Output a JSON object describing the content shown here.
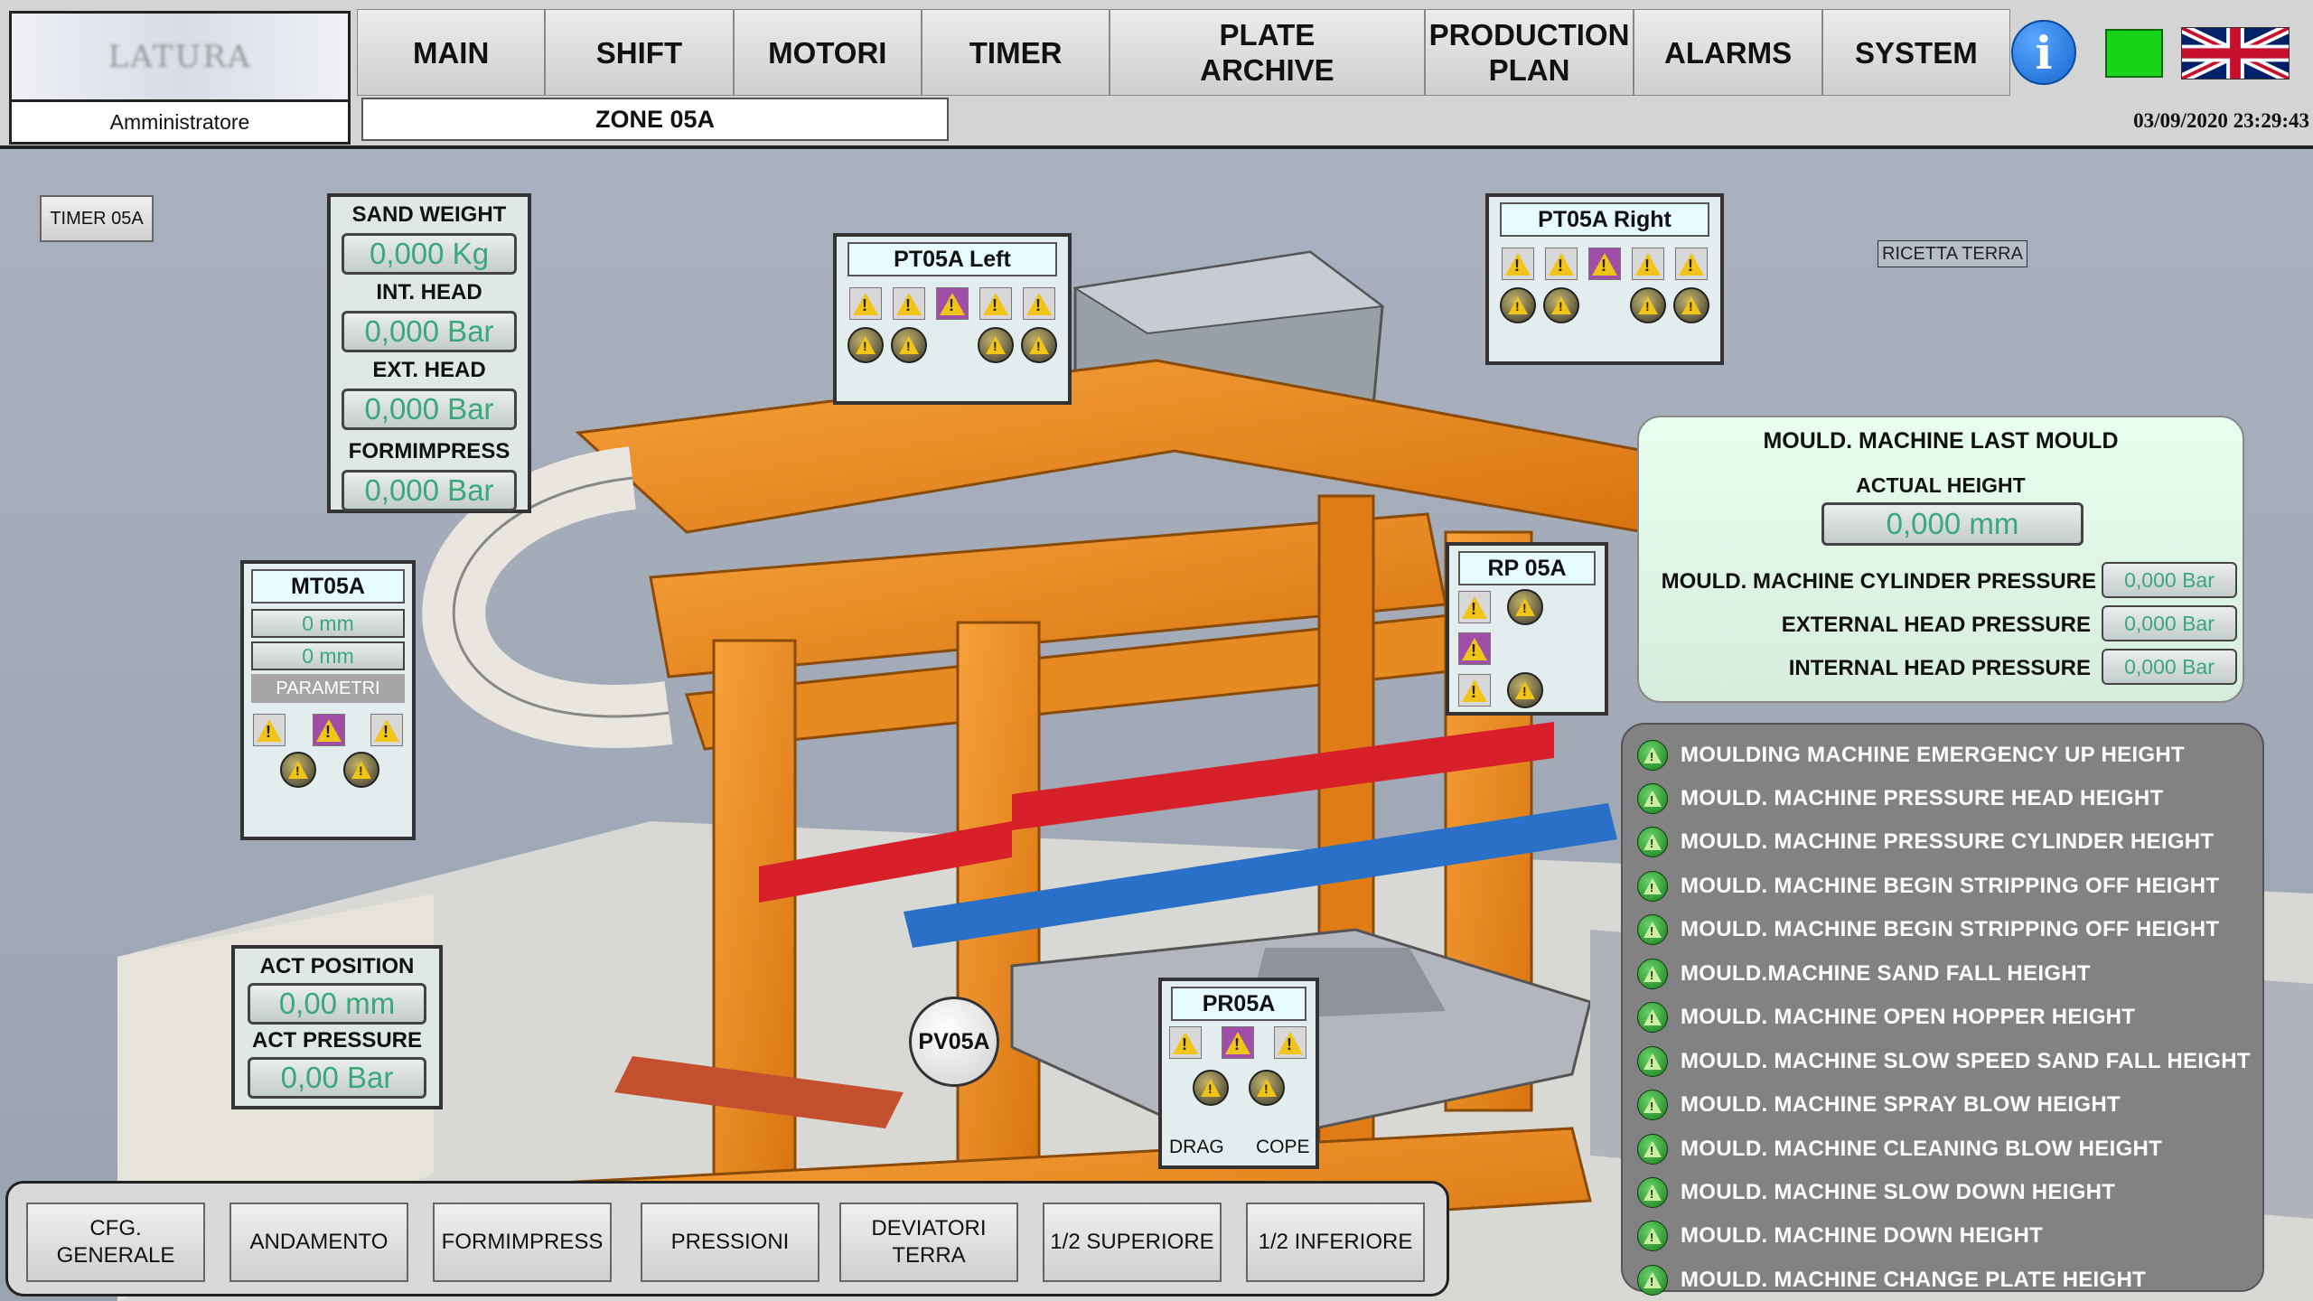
{
  "header": {
    "logo_text": "LATURA",
    "user": "Amministratore",
    "zone": "ZONE 05A",
    "datetime": "03/09/2020 23:29:43",
    "nav": [
      "MAIN",
      "SHIFT",
      "MOTORI",
      "TIMER",
      "PLATE ARCHIVE",
      "PRODUCTION PLAN",
      "ALARMS",
      "SYSTEM"
    ],
    "info_icon": "info-icon",
    "status_color": "#18d418",
    "flag_icon": "uk-flag-icon"
  },
  "timer_btn": "TIMER 05A",
  "ricetta_link": "RICETTA TERRA",
  "sand_panel": {
    "labels": [
      "SAND WEIGHT",
      "INT. HEAD",
      "EXT. HEAD",
      "FORMIMPRESS"
    ],
    "values": [
      "0,000 Kg",
      "0,000 Bar",
      "0,000 Bar",
      "0,000 Bar"
    ]
  },
  "pt05a_left": {
    "title": "PT05A Left"
  },
  "pt05a_right": {
    "title": "PT05A Right"
  },
  "rp05a": {
    "title": "RP 05A"
  },
  "pr05a": {
    "title": "PR05A",
    "left_label": "DRAG",
    "right_label": "COPE"
  },
  "mt05a": {
    "title": "MT05A",
    "values": [
      "0 mm",
      "0 mm"
    ],
    "button": "PARAMETRI"
  },
  "act_panel": {
    "pos_label": "ACT POSITION",
    "pos_value": "0,00 mm",
    "press_label": "ACT PRESSURE",
    "press_value": "0,00 Bar"
  },
  "pv05a": "PV05A",
  "last_mould": {
    "title": "MOULD. MACHINE LAST MOULD",
    "height_label": "ACTUAL HEIGHT",
    "height_value": "0,000 mm",
    "rows": [
      {
        "label": "MOULD. MACHINE CYLINDER PRESSURE",
        "value": "0,000 Bar"
      },
      {
        "label": "EXTERNAL HEAD PRESSURE",
        "value": "0,000 Bar"
      },
      {
        "label": "INTERNAL HEAD PRESSURE",
        "value": "0,000 Bar"
      }
    ]
  },
  "height_list": [
    "MOULDING MACHINE EMERGENCY UP HEIGHT",
    "MOULD. MACHINE PRESSURE HEAD HEIGHT",
    "MOULD. MACHINE PRESSURE CYLINDER HEIGHT",
    "MOULD. MACHINE BEGIN STRIPPING OFF HEIGHT",
    "MOULD. MACHINE BEGIN STRIPPING OFF HEIGHT",
    "MOULD.MACHINE SAND FALL HEIGHT",
    "MOULD. MACHINE OPEN HOPPER HEIGHT",
    "MOULD. MACHINE SLOW SPEED SAND FALL HEIGHT",
    "MOULD. MACHINE SPRAY BLOW HEIGHT",
    "MOULD. MACHINE CLEANING BLOW HEIGHT",
    "MOULD. MACHINE SLOW DOWN HEIGHT",
    "MOULD. MACHINE DOWN HEIGHT",
    "MOULD. MACHINE CHANGE PLATE HEIGHT"
  ],
  "bottom_buttons": [
    "CFG. GENERALE",
    "ANDAMENTO",
    "FORMIMPRESS",
    "PRESSIONI",
    "DEVIATORI TERRA",
    "1/2 SUPERIORE",
    "1/2 INFERIORE"
  ],
  "colors": {
    "machine_orange": "#f08a1e",
    "panel_bg": "#dfe7e7",
    "value_green": "#3aa87a",
    "list_bg": "#828282"
  }
}
